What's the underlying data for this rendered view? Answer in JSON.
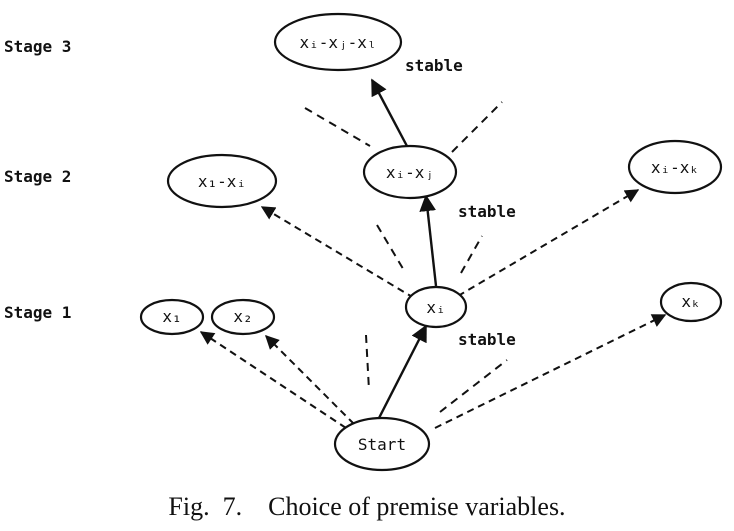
{
  "stages": [
    "Stage 3",
    "Stage 2",
    "Stage 1"
  ],
  "nodes": {
    "start": "Start",
    "x1": "x₁",
    "x2": "x₂",
    "xi": "xᵢ",
    "xk": "xₖ",
    "x1_xi": "x₁-xᵢ",
    "xi_xj": "xᵢ-xⱼ",
    "xi_xk": "xᵢ-xₖ",
    "xi_xj_xl": "xᵢ-xⱼ-xₗ"
  },
  "stable_label": "stable",
  "caption": "Fig.  7.    Choice of premise variables."
}
